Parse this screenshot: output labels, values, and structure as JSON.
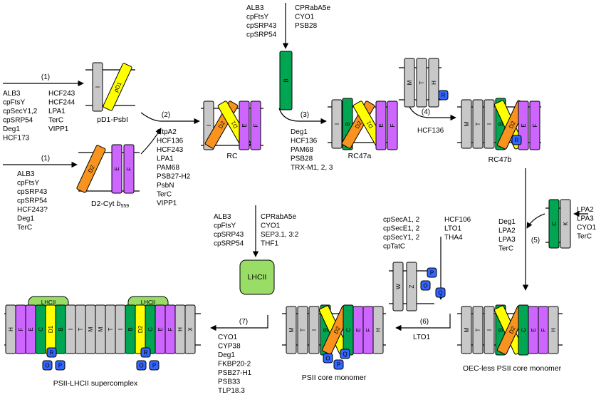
{
  "colors": {
    "gray": "#c8c8c8",
    "yellow": "#ffff00",
    "orange": "#f7931e",
    "purple": "#cc66ff",
    "green": "#00a651",
    "lightgreen": "#99dd66",
    "blue": "#3366ff"
  },
  "steps": {
    "s1a": "(1)",
    "s1b": "(1)",
    "s2": "(2)",
    "s3": "(3)",
    "s4": "(4)",
    "s5": "(5)",
    "s6": "(6)",
    "s7": "(7)"
  },
  "labels": {
    "pd1": "pD1-PsbI",
    "d2cyt": "D2-Cyt",
    "d2cyt_sub": "b",
    "d2cyt_sub2": "559",
    "rc": "RC",
    "rc47a": "RC47a",
    "rc47b": "RC47b",
    "oec": "OEC-less PSII core monomer",
    "core": "PSII core monomer",
    "super": "PSII-LHCII supercomplex",
    "lhcii": "LHCII"
  },
  "factors": {
    "f1a_left": [
      "ALB3",
      "cpFtsY",
      "cpSecY1,2",
      "cpSRP54",
      "Deg1",
      "HCF173"
    ],
    "f1a_right": [
      "HCF243",
      "HCF244",
      "LPA1",
      "TerC",
      "VIPP1"
    ],
    "f1b": [
      "ALB3",
      "cpFtsY",
      "cpSRP43",
      "cpSRP54",
      "HCF243?",
      "Deg1",
      "TerC"
    ],
    "f2": [
      "CtpA2",
      "HCF136",
      "HCF243",
      "LPA1",
      "PAM68",
      "PSB27-H2",
      "PsbN",
      "TerC",
      "VIPP1"
    ],
    "fB_left": [
      "ALB3",
      "cpFtsY",
      "cpSRP43",
      "cpSRP54"
    ],
    "fB_right": [
      "CPRabA5e",
      "CYO1",
      "PSB28"
    ],
    "f3": [
      "Deg1",
      "HCF136",
      "PAM68",
      "PSB28",
      "TRX-M1, 2, 3"
    ],
    "f4": [
      "HCF136"
    ],
    "f5_left": [
      "Deg1",
      "LPA2",
      "LPA3",
      "TerC"
    ],
    "f5_right": [
      "LPA2",
      "LPA3",
      "CYO1",
      "TerC"
    ],
    "f6_left": [
      "cpSecA1, 2",
      "cpSecE1, 2",
      "cpSecY1, 2",
      "cpTatC"
    ],
    "f6_right": [
      "HCF106",
      "LTO1",
      "THA4"
    ],
    "f6_bottom": [
      "LTO1"
    ],
    "fL_left": [
      "ALB3",
      "cpFtsY",
      "cpSRP43",
      "cpSRP54"
    ],
    "fL_right": [
      "CPRabA5e",
      "CYO1",
      "SEP3.1, 3:2",
      "THF1"
    ],
    "f7": [
      "CYO1",
      "CYP38",
      "Deg1",
      "FKBP20-2",
      "PSB27-H1",
      "PSB33",
      "TLP18.3"
    ]
  },
  "subunits": {
    "I": "I",
    "pD1": "pD1",
    "D1": "D1",
    "D2": "D2",
    "E": "E",
    "F": "F",
    "B": "B",
    "C": "C",
    "K": "K",
    "M": "M",
    "T": "T",
    "H": "H",
    "W": "W",
    "Z": "Z",
    "R": "R",
    "O": "O",
    "P": "P",
    "Q": "Q",
    "X": "X"
  }
}
